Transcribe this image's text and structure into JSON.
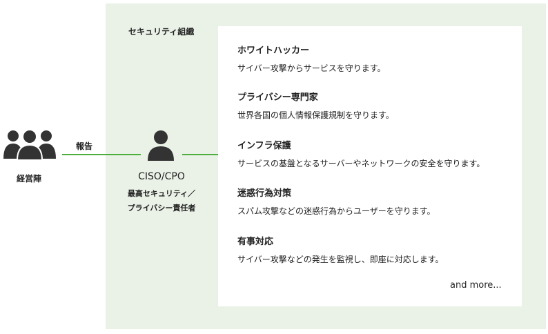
{
  "organization": {
    "title": "セキュリティ組織",
    "items": [
      {
        "title": "ホワイトハッカー",
        "desc": "サイバー攻撃からサービスを守ります。"
      },
      {
        "title": "プライバシー専門家",
        "desc": "世界各国の個人情報保護規制を守ります。"
      },
      {
        "title": "インフラ保護",
        "desc": "サービスの基盤となるサーバーやネットワークの安全を守ります。"
      },
      {
        "title": "迷惑行為対策",
        "desc": "スパム攻撃などの迷惑行為からユーザーを守ります。"
      },
      {
        "title": "有事対応",
        "desc": "サイバー攻撃などの発生を監視し、即座に対応します。"
      }
    ],
    "more": "and more..."
  },
  "management": {
    "label": "経営陣"
  },
  "report": {
    "label": "報告"
  },
  "ciso": {
    "name": "CISO/CPO",
    "role_line1": "最高セキュリティ／",
    "role_line2": "プライバシー責任者"
  },
  "colors": {
    "accent": "#4caf3d",
    "panel": "#eaf2e7"
  }
}
